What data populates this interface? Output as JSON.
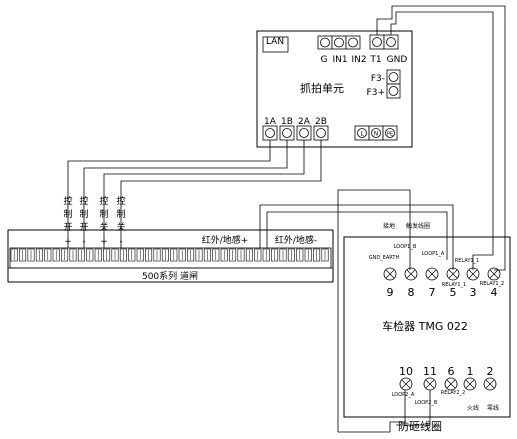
{
  "capture_unit": {
    "title": "抓拍单元",
    "lan": "LAN",
    "port_g": "G",
    "port_in1": "IN1",
    "port_in2": "IN2",
    "port_t1": "T1",
    "port_gnd": "GND",
    "port_f3m": "F3-",
    "port_f3p": "F3+",
    "bottom_terms": [
      "1A",
      "1B",
      "2A",
      "2B"
    ],
    "pwr_l": "L",
    "pwr_n": "N",
    "pwr_pe": "PE"
  },
  "gate": {
    "title": "500系列 道闸",
    "control_labels": [
      {
        "chars": "控制开",
        "sign": "+"
      },
      {
        "chars": "控制开",
        "sign": "-"
      },
      {
        "chars": "控制关",
        "sign": "+"
      },
      {
        "chars": "控制关",
        "sign": "-"
      }
    ],
    "ir_plus": "红外/地感+",
    "ir_minus": "红外/地感-"
  },
  "detector": {
    "title": "车检器  TMG 022",
    "top_labels": {
      "ground": "接地",
      "trigger_loop": "触发线圈",
      "gnd_earth": "GND_EARTH",
      "loop1_b": "LOOP1_B",
      "loop1_a": "LOOP1_A",
      "relay1_1": "RELAY1_1",
      "relay1_2": "RELAY1_2"
    },
    "top_pins": [
      "9",
      "8",
      "7",
      "5",
      "3",
      "4"
    ],
    "bottom_pins": [
      "10",
      "11",
      "6",
      "1",
      "2"
    ],
    "bottom_labels": {
      "loop2_a": "LOOP2_A",
      "loop2_b": "LOOP2_B",
      "relay2_2": "RELAY2_2",
      "live": "火线",
      "neutral": "零线"
    },
    "anti_smash": "防砸线圈"
  }
}
